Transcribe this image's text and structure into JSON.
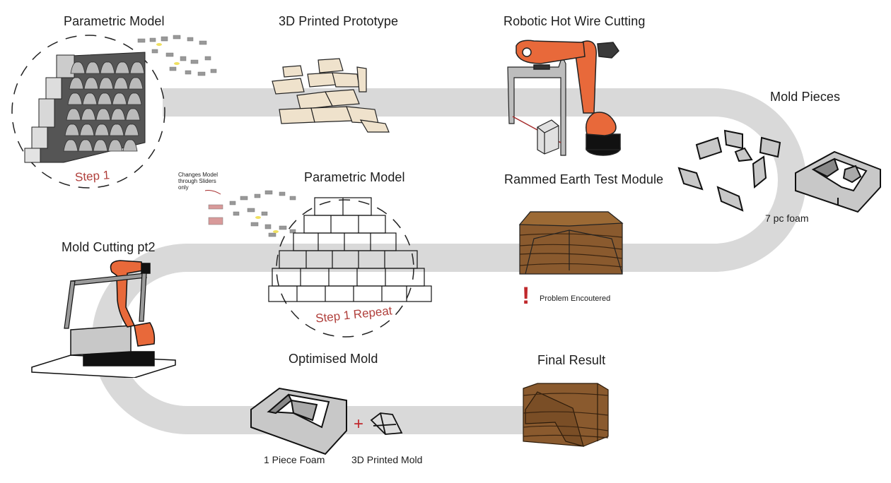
{
  "diagram": {
    "type": "process-flow",
    "path_color": "#d9d9d9",
    "accent_red": "#b0403c",
    "robot_orange": "#e8693a",
    "earth_brown": "#8a5a2e"
  },
  "stages": [
    {
      "id": "parametric-model-1",
      "title": "Parametric Model",
      "step_label": "Step 1"
    },
    {
      "id": "printed-prototype",
      "title": "3D Printed Prototype"
    },
    {
      "id": "hot-wire-cutting",
      "title": "Robotic Hot Wire Cutting"
    },
    {
      "id": "mold-pieces",
      "title": "Mold Pieces",
      "caption": "7 pc foam"
    },
    {
      "id": "rammed-earth",
      "title": "Rammed Earth Test Module",
      "note": "Problem Encoutered",
      "note_icon": "exclamation-icon"
    },
    {
      "id": "parametric-model-2",
      "title": "Parametric Model",
      "step_label": "Step 1 Repeat",
      "annotation": [
        "Changes Model",
        "through Sliders",
        "only"
      ]
    },
    {
      "id": "mold-cutting-2",
      "title": "Mold Cutting pt2"
    },
    {
      "id": "optimised-mold",
      "title": "Optimised Mold",
      "caption_left": "1 Piece Foam",
      "caption_right": "3D Printed Mold",
      "operator": "+"
    },
    {
      "id": "final-result",
      "title": "Final Result"
    }
  ]
}
